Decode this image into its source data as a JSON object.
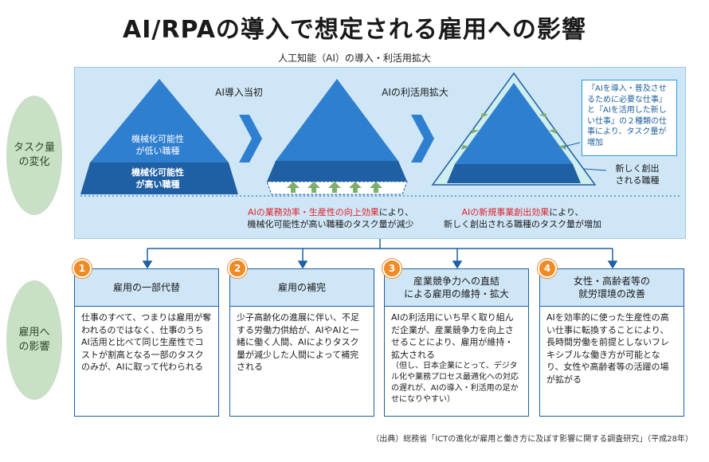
{
  "title": "AI/RPAの導入で想定される雇用への影響",
  "subtitle": "人工知能（AI）の導入・利活用拡大",
  "side_labels": {
    "task_line1": "タスク量",
    "task_line2": "の変化",
    "employment_line1": "雇用へ",
    "employment_line2": "の影響"
  },
  "stages": {
    "initial": "AI導入当初",
    "expanded": "AIの利活用拡大"
  },
  "pyramid1": {
    "low_line1": "機械化可能性",
    "low_line2": "が低い職種",
    "high_line1": "機械化可能性",
    "high_line2": "が高い職種"
  },
  "callout": {
    "text": "『AIを導入・普及させるために必要な仕事』と『AIを活用した新しい仕事』の２種類の仕事により、タスク量が増加"
  },
  "new_job": {
    "line1": "新しく創出",
    "line2": "される職種"
  },
  "effect_left": {
    "red": "AIの業務効率・生産性の向上効果",
    "rest1": "により、",
    "line2": "機械化可能性が高い職種のタスク量が減少"
  },
  "effect_right": {
    "red": "AIの新規事業創出効果",
    "rest1": "により、",
    "line2": "新しく創出される職種のタスク量が増加"
  },
  "cards": [
    {
      "num": "1",
      "title_line1": "雇用の一部代替",
      "title_line2": "",
      "body": "仕事のすべて、つまりは雇用が奪われるのではなく、仕事のうちAI活用と比べて同じ生産性でコストが割高となる一部のタスクのみが、AIに取って代わられる"
    },
    {
      "num": "2",
      "title_line1": "雇用の補完",
      "title_line2": "",
      "body": "少子高齢化の進展に伴い、不足する労働力供給が、AIやAIと一緒に働く人間、AIによりタスク量が減少した人間によって補完される"
    },
    {
      "num": "3",
      "title_line1": "産業競争力への直結",
      "title_line2": "による雇用の維持・拡大",
      "body": "AIの利活用にいち早く取り組んだ企業が、産業競争力を向上させることにより、雇用が維持・拡大される",
      "note": "（但し、日本企業にとって、デジタル化や業務プロセス最適化への対応の遅れが、AIの導入・利活用の足かせになりやすい）"
    },
    {
      "num": "4",
      "title_line1": "女性・高齢者等の",
      "title_line2": "就労環境の改善",
      "body": "AIを効率的に使った生産性の高い仕事に転換することにより、長時間労働を前提としないフレキシブルな働き方が可能となり、女性や高齢者等の活躍の場が拡がる"
    }
  ],
  "source": "（出典）総務省「ICTの進化が雇用と働き方に及ぼす影響に関する調査研究」（平成28年）",
  "colors": {
    "dark_blue": "#1f5fa3",
    "mid_blue": "#2f7fd0",
    "light_blue": "#cfe6f7",
    "orange": "#f08a24",
    "red": "#e0202a",
    "green": "#c9dfc6"
  }
}
